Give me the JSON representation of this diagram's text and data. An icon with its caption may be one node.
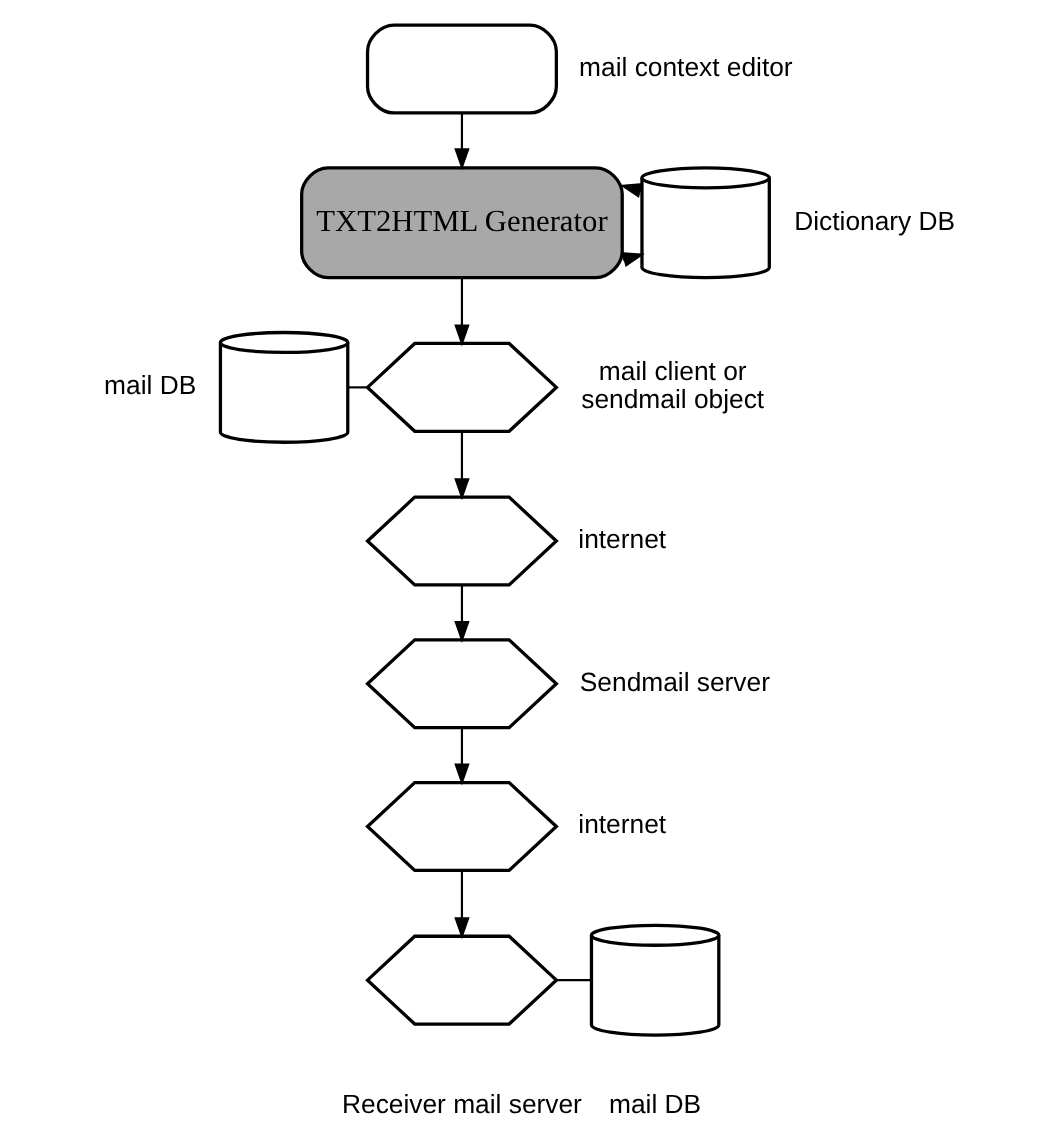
{
  "diagram": {
    "nodes": [
      {
        "text": [],
        "shape": "box",
        "beside": [
          "mail context editor"
        ]
      },
      {
        "text": [
          "TXT2HTML Generator"
        ]
      },
      {
        "text": [],
        "shape": "cylinder",
        "beside": [
          "Dictionary DB"
        ]
      },
      {
        "text": [],
        "shape": "cylinder",
        "beside": [
          "mail DB"
        ]
      },
      {
        "text": [],
        "shape": "hexagon",
        "beside": [
          "mail client or sendmail object"
        ]
      },
      {
        "text": [],
        "shape": "hexagon",
        "beside": [
          "internet"
        ]
      },
      {
        "text": [],
        "shape": "hexagon",
        "beside": [
          "Sendmail server"
        ]
      },
      {
        "text": [],
        "shape": "hexagon",
        "beside": [
          "internet"
        ]
      },
      {
        "text": [],
        "shape": "hexagon",
        "beside": [
          "Receiver mail server"
        ]
      },
      {
        "text": [],
        "shape": "cylinder",
        "beside": [
          "mail DB"
        ]
      }
    ],
    "edges": [
      {
        "from": 0,
        "to": 1,
        "arrow": "to"
      },
      {
        "from": 1,
        "to": 2,
        "arrow": "to"
      },
      {
        "from": 2,
        "to": 1,
        "arrow": "to"
      },
      {
        "from": 1,
        "to": 4,
        "arrow": "to"
      },
      {
        "from": 3,
        "to": 4,
        "arrow": "none"
      },
      {
        "from": 4,
        "to": 5,
        "arrow": "to"
      },
      {
        "from": 5,
        "to": 6,
        "arrow": "to"
      },
      {
        "from": 6,
        "to": 7,
        "arrow": "to"
      },
      {
        "from": 7,
        "to": 8,
        "arrow": "to"
      },
      {
        "from": 8,
        "to": 9,
        "arrow": "none"
      }
    ]
  }
}
